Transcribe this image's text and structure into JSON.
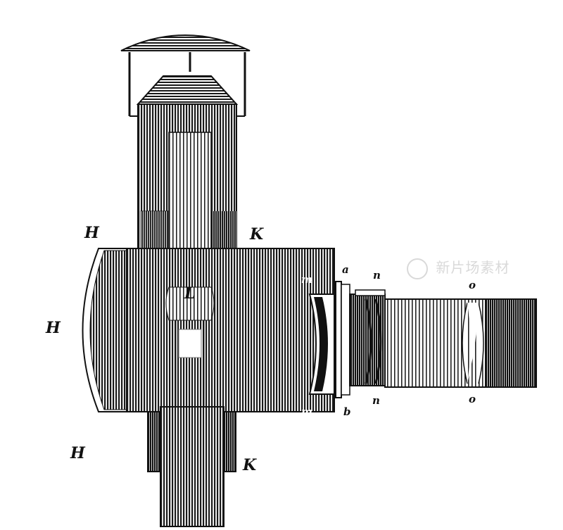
{
  "labels": {
    "H_top": "H",
    "K_top": "K",
    "H_mid": "H",
    "H_bottom": "H",
    "K_bottom": "K",
    "L": "L",
    "m_top": "m",
    "m_bottom": "m",
    "a": "a",
    "b": "b",
    "n_top": "n",
    "n_bottom": "n",
    "o_top": "o",
    "o_bottom": "o"
  },
  "watermark": {
    "text": "新片场素材"
  },
  "colors": {
    "ink": "#1a1a1a",
    "paper": "#ffffff",
    "watermark": "#d9d9d9"
  }
}
